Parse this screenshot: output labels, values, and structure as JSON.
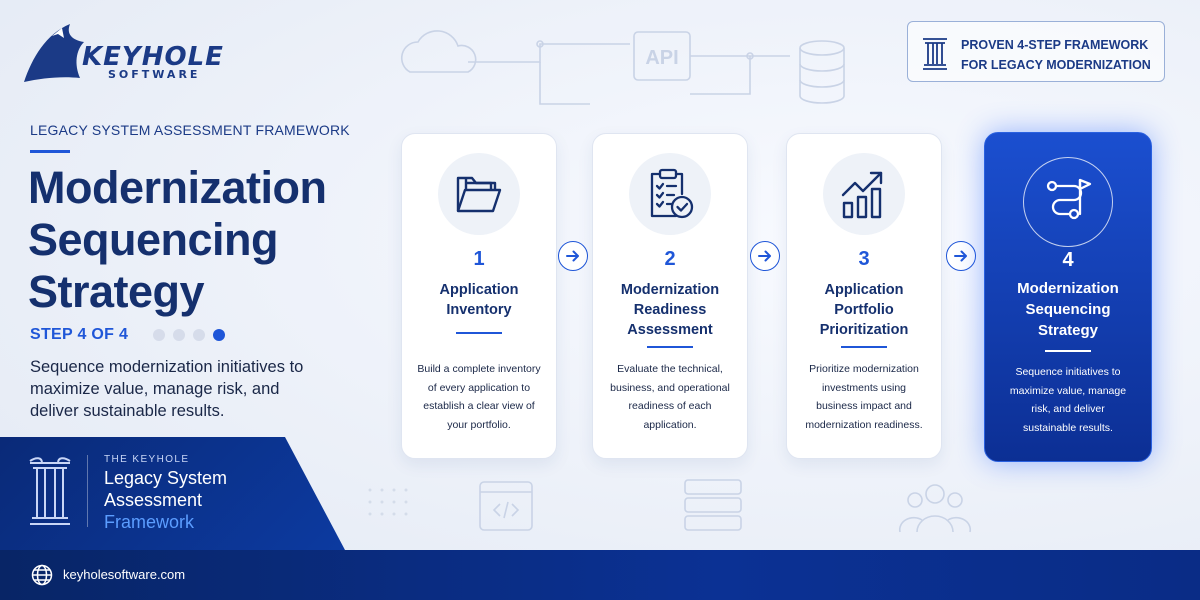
{
  "brand": {
    "logo_word": "KEYHOLE",
    "logo_sub": "SOFTWARE"
  },
  "badge": {
    "line1": "PROVEN 4-STEP FRAMEWORK",
    "line2": "FOR LEGACY MODERNIZATION",
    "icon": "column-icon"
  },
  "hero": {
    "eyebrow": "LEGACY SYSTEM ASSESSMENT FRAMEWORK",
    "title_line1": "Modernization",
    "title_line2": "Sequencing",
    "title_line3": "Strategy",
    "step_label": "STEP 4 OF 4",
    "step_current": 4,
    "step_total": 4,
    "description": "Sequence modernization initiatives to maximize value, manage risk, and deliver sustainable results."
  },
  "panel": {
    "kicker": "THE KEYHOLE",
    "line1": "Legacy System",
    "line2": "Assessment",
    "line3": "Framework",
    "icon": "column-icon"
  },
  "footer": {
    "url": "keyholesoftware.com",
    "icon": "globe-icon"
  },
  "background_icons": [
    "cloud-icon",
    "api-icon",
    "database-icon",
    "code-window-icon",
    "server-icon",
    "users-icon"
  ],
  "cards": [
    {
      "number": "1",
      "title_lines": [
        "Application",
        "Inventory"
      ],
      "description_lines": [
        "Build a complete inventory",
        "of every application to",
        "establish a clear view of",
        "your portfolio."
      ],
      "icon": "folder-icon"
    },
    {
      "number": "2",
      "title_lines": [
        "Modernization",
        "Readiness",
        "Assessment"
      ],
      "description_lines": [
        "Evaluate the technical,",
        "business, and operational",
        "readiness of each",
        "application."
      ],
      "icon": "clipboard-check-icon"
    },
    {
      "number": "3",
      "title_lines": [
        "Application",
        "Portfolio",
        "Prioritization"
      ],
      "description_lines": [
        "Prioritize modernization",
        "investments using",
        "business impact and",
        "modernization readiness."
      ],
      "icon": "bar-chart-growth-icon"
    },
    {
      "number": "4",
      "title_lines": [
        "Modernization",
        "Sequencing",
        "Strategy"
      ],
      "description_lines": [
        "Sequence initiatives to",
        "maximize value, manage",
        "risk, and deliver",
        "sustainable results."
      ],
      "icon": "roadmap-flag-icon"
    }
  ],
  "colors": {
    "navy": "#15306e",
    "accent": "#1f56d8",
    "panel": "#0c3aa0",
    "light_blue": "#5b9dff"
  }
}
